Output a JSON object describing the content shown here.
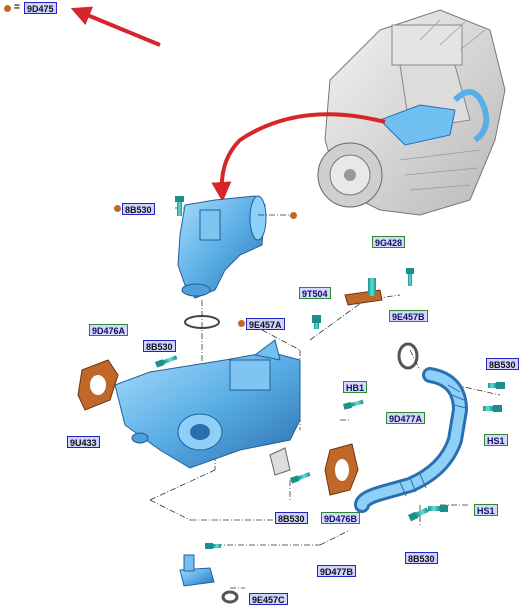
{
  "legend": {
    "equals": "=",
    "code": "9D475"
  },
  "labels": {
    "9D475": "9D475",
    "8B530_a": "8B530",
    "9G428": "9G428",
    "9T504": "9T504",
    "9E457A": "9E457A",
    "9D476A": "9D476A",
    "8B530_b": "8B530",
    "9E457B": "9E457B",
    "8B530_c": "8B530",
    "HB1": "HB1",
    "HS1_a": "HS1",
    "9U433": "9U433",
    "9D477A": "9D477A",
    "8B530_d": "8B530",
    "9D476B": "9D476B",
    "HS1_b": "HS1",
    "8B530_e": "8B530",
    "9D477B": "9D477B",
    "9E457C": "9E457C"
  },
  "colors": {
    "part_blue": "#5aaee6",
    "part_dark": "#2a6fb0",
    "gasket": "#c0672a",
    "bolt": "#2fb6b0",
    "arrow_red": "#d7262b",
    "engine": "#d8d8d8"
  }
}
